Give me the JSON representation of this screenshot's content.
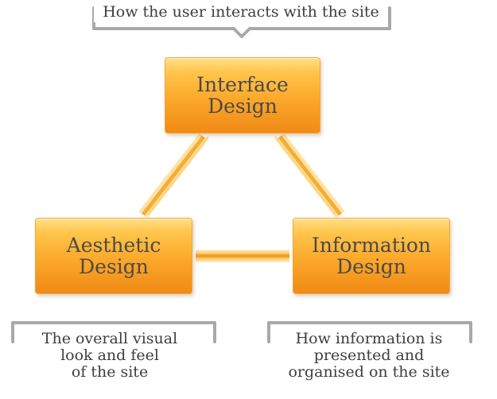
{
  "top_caption": "How the user interacts with the site",
  "boxes": {
    "interface": "Interface\nDesign",
    "aesthetic": "Aesthetic\nDesign",
    "information": "Information\nDesign"
  },
  "captions": {
    "aesthetic": "The overall visual\nlook and feel\nof the site",
    "information": "How information is\npresented and\norganised on the site"
  },
  "colors": {
    "box_top": "#ffc64d",
    "box_bottom": "#f08a16",
    "connector": "#f7b640",
    "bracket": "#a9a9a9",
    "text": "#4a4a4a"
  }
}
